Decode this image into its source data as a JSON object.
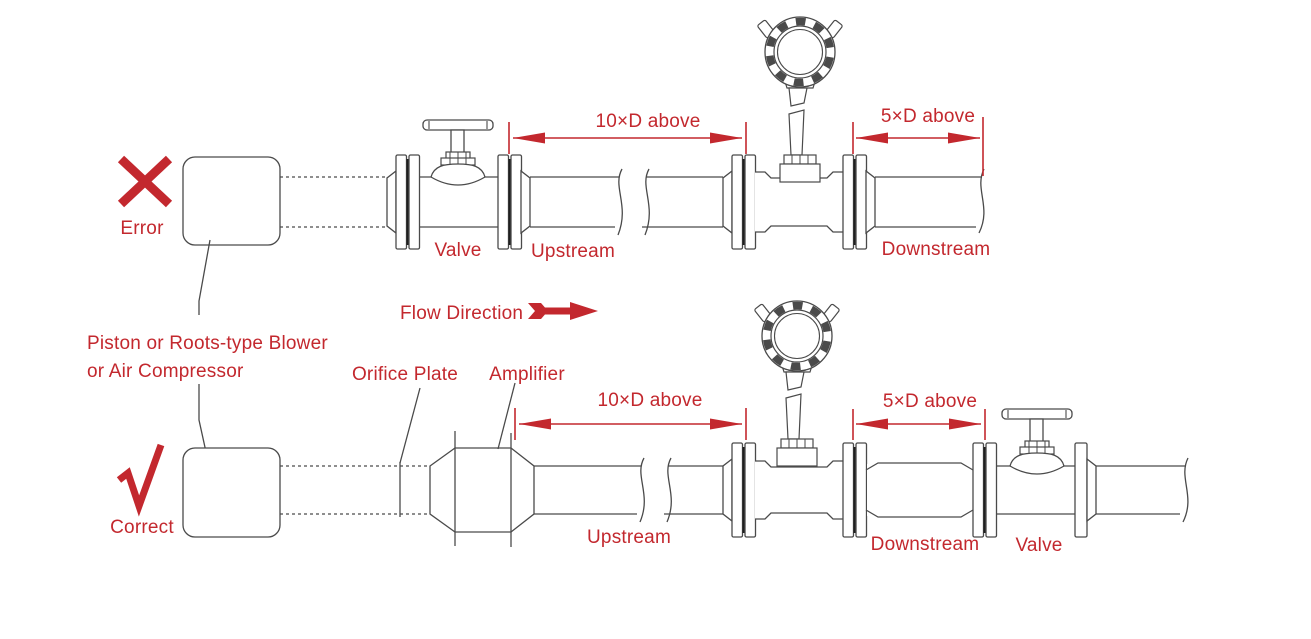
{
  "colors": {
    "annotation_red": "#c3282e",
    "line_gray": "#4a4a4a",
    "background": "#ffffff"
  },
  "top_row": {
    "status": "Error",
    "valve": "Valve",
    "upstream": "Upstream",
    "downstream": "Downstream",
    "dim_upstream": "10×D above",
    "dim_downstream": "5×D above"
  },
  "middle": {
    "compressor_line1": "Piston or Roots-type Blower",
    "compressor_line2": "or Air Compressor",
    "flow_direction": "Flow Direction"
  },
  "bottom_row": {
    "status": "Correct",
    "orifice_plate": "Orifice Plate",
    "amplifier": "Amplifier",
    "upstream": "Upstream",
    "downstream": "Downstream",
    "valve": "Valve",
    "dim_upstream": "10×D above",
    "dim_downstream": "5×D above"
  }
}
